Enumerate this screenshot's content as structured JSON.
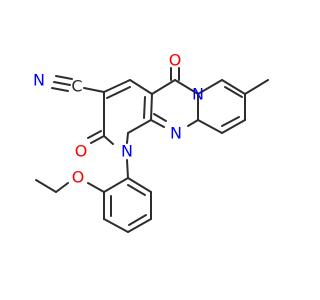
{
  "molecule": {
    "atom_labels": [
      "N",
      "C",
      "N",
      "O",
      "N",
      "O",
      "N",
      "O"
    ],
    "colors": {
      "bond": "#2d2d2d",
      "nitrogen": "#0000ff",
      "oxygen": "#ff0000",
      "background": "#ffffff"
    }
  }
}
